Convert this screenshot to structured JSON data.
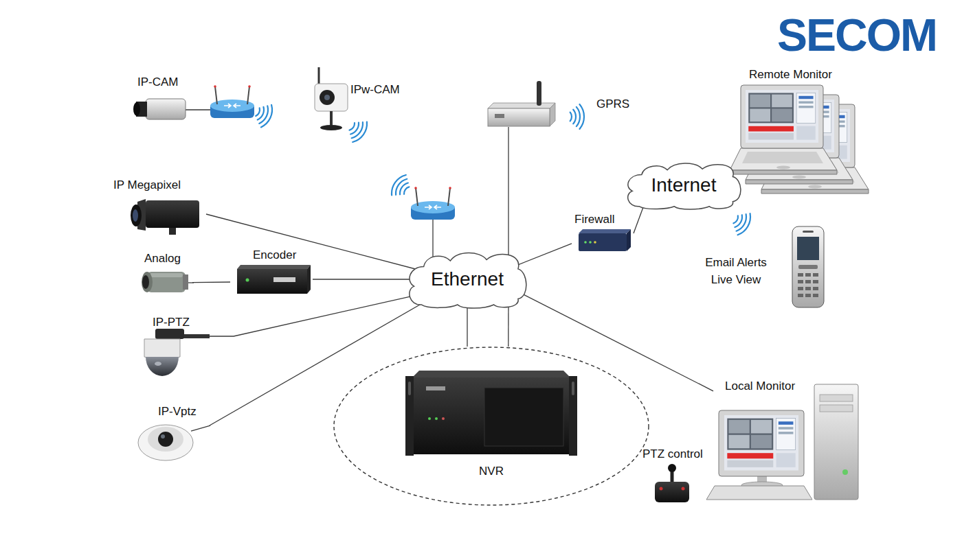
{
  "diagram": {
    "nodes": [
      {
        "text": [
          "IP-CAM"
        ]
      },
      {
        "text": [
          "IPw-CAM"
        ]
      },
      {
        "text": [
          "GPRS"
        ]
      },
      {
        "text": [
          "Remote Monitor"
        ]
      },
      {
        "text": [
          "IP Megapixel"
        ]
      },
      {
        "text": [
          "Internet"
        ]
      },
      {
        "text": [
          "Firewall"
        ]
      },
      {
        "text": [
          "Analog"
        ]
      },
      {
        "text": [
          "Encoder"
        ]
      },
      {
        "text": [
          "Ethernet"
        ]
      },
      {
        "text": [
          "Email Alerts Live View"
        ]
      },
      {
        "text": [
          "IP-PTZ"
        ]
      },
      {
        "text": [
          "IP-Vptz"
        ]
      },
      {
        "text": [
          "NVR"
        ]
      },
      {
        "text": [
          "PTZ control"
        ]
      },
      {
        "text": [
          "Local Monitor"
        ]
      }
    ],
    "edges": [
      {
        "from": 2,
        "to": 9,
        "arrow": "none"
      },
      {
        "from": 4,
        "to": 9,
        "arrow": "none"
      },
      {
        "from": 9,
        "to": 6,
        "arrow": "none"
      },
      {
        "from": 6,
        "to": 5,
        "arrow": "none"
      },
      {
        "from": 7,
        "to": 8,
        "arrow": "none"
      },
      {
        "from": 8,
        "to": 9,
        "arrow": "none"
      },
      {
        "from": 11,
        "to": 9,
        "arrow": "none"
      },
      {
        "from": 12,
        "to": 9,
        "arrow": "none"
      },
      {
        "from": 9,
        "to": 13,
        "arrow": "none"
      },
      {
        "from": 9,
        "to": 13,
        "arrow": "none"
      },
      {
        "from": 9,
        "to": 15,
        "arrow": "none"
      }
    ],
    "labels": [
      "SECOM"
    ]
  }
}
